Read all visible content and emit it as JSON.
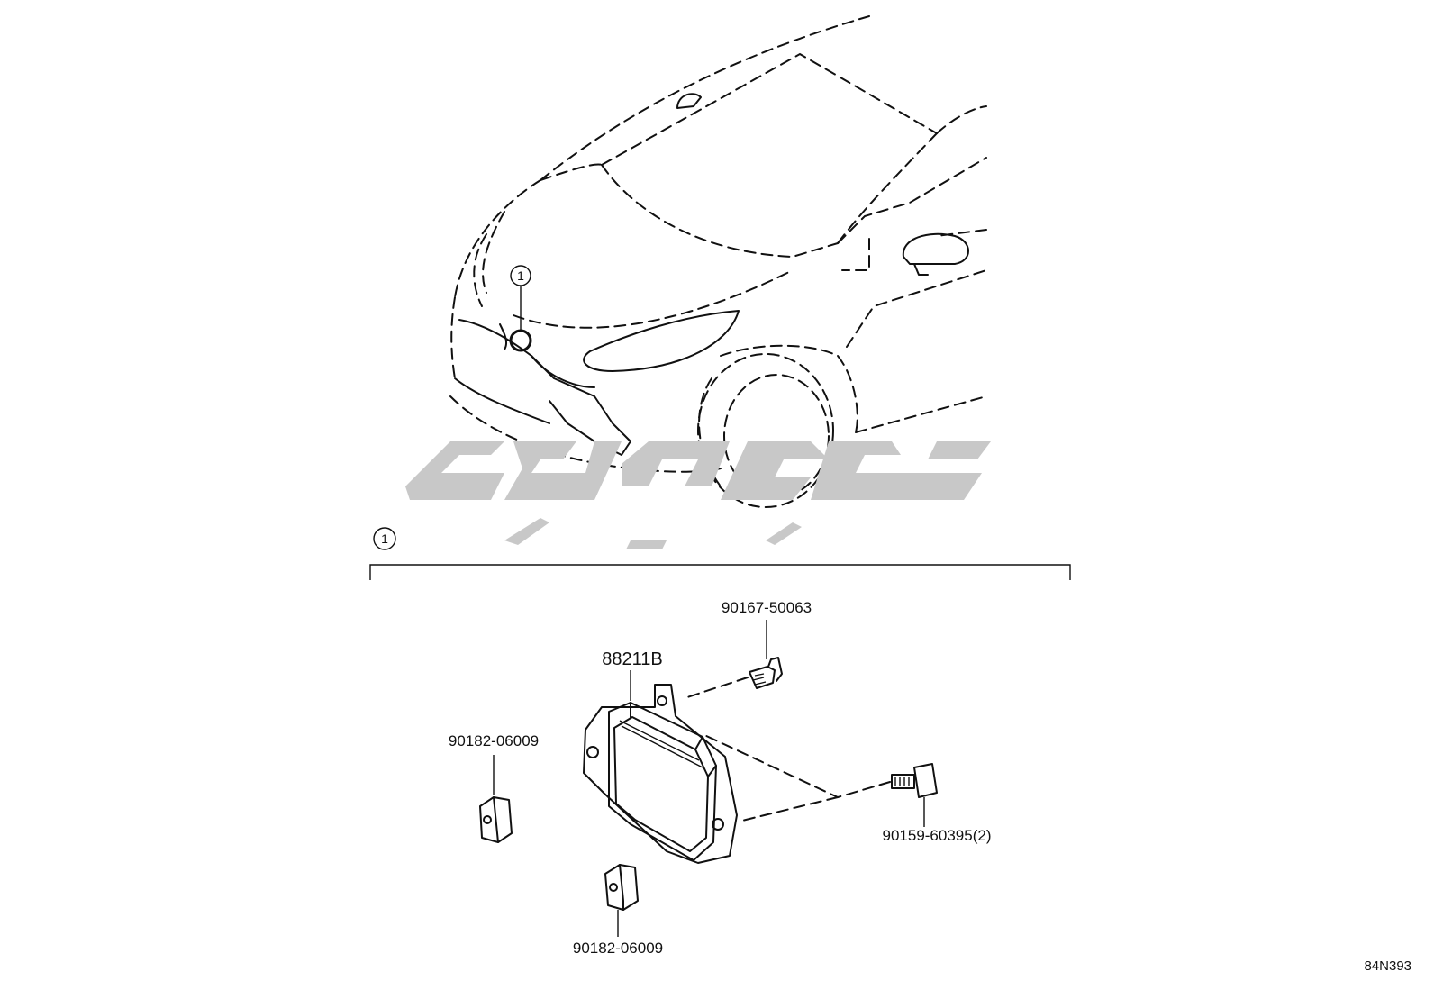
{
  "diagram": {
    "callout_number": "1",
    "group_number": "1",
    "parts": {
      "main_unit": "88211B",
      "screw_top": "90167-50063",
      "bolt_right": "90159-60395(2)",
      "nut_left": "90182-06009",
      "nut_bottom": "90182-06009"
    },
    "illustration_id": "84N393"
  }
}
